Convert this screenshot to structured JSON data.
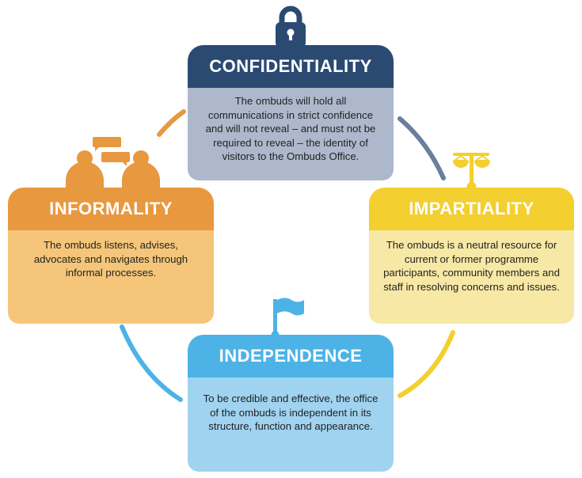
{
  "colors": {
    "confidentiality": "#2a4a72",
    "informality": "#e8983f",
    "impartiality": "#f3cf2f",
    "independence": "#4db3e6"
  },
  "principles": {
    "confidentiality": {
      "title": "CONFIDENTIALITY",
      "text": "The ombuds will hold all communications in strict confidence and will not reveal – and must not be required to reveal – the identity of visitors to the Ombuds Office.",
      "icon": "lock-icon"
    },
    "informality": {
      "title": "INFORMALITY",
      "text": "The ombuds listens, advises, advocates and navigates through informal processes.",
      "icon": "people-talking-icon"
    },
    "impartiality": {
      "title": "IMPARTIALITY",
      "text": "The ombuds is a neutral resource for current or former programme participants, community members and staff in resolving concerns and issues.",
      "icon": "scales-icon"
    },
    "independence": {
      "title": "INDEPENDENCE",
      "text": "To be credible and effective, the office of the ombuds is independent in its structure, function and appearance.",
      "icon": "flag-icon"
    }
  }
}
